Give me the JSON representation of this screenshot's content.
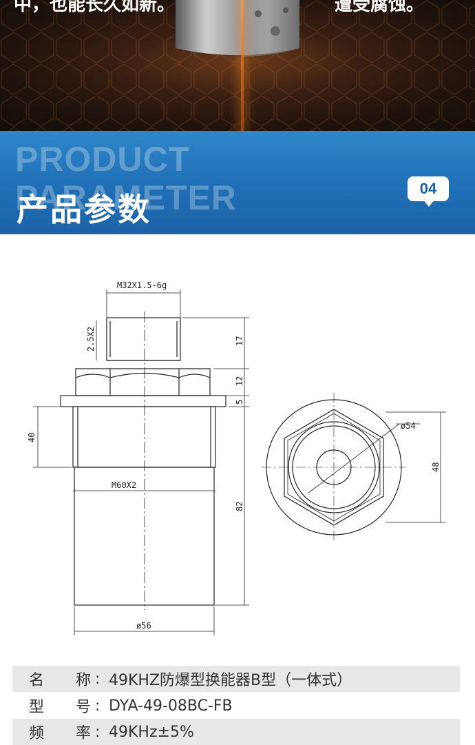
{
  "hero": {
    "left_text": "中，也能长久如新。",
    "right_text": "遭受腐蚀。"
  },
  "section": {
    "english": "PRODUCT PARAMETER",
    "english_line1": "PRODUCT",
    "english_line2": "PARAMETER",
    "title": "产品参数",
    "number": "04"
  },
  "drawing": {
    "dim_thread_top": "M32X1.5-6g",
    "dim_chamfer": "2.5X2",
    "dim_17": "17",
    "dim_12": "12",
    "dim_5": "5",
    "dim_40": "40",
    "dim_82": "82",
    "dim_thread_body": "M60X2",
    "dim_dia56": "ø56",
    "dim_dia54": "ø54",
    "dim_48": "48"
  },
  "params": [
    {
      "label_a": "名",
      "label_b": "称",
      "colon": ":",
      "value": "49KHZ防爆型换能器B型（一体式）"
    },
    {
      "label_a": "型",
      "label_b": "号",
      "colon": ":",
      "value": "DYA-49-08BC-FB"
    },
    {
      "label_a": "频",
      "label_b": "率",
      "colon": ":",
      "value": "49KHz±5%"
    }
  ]
}
